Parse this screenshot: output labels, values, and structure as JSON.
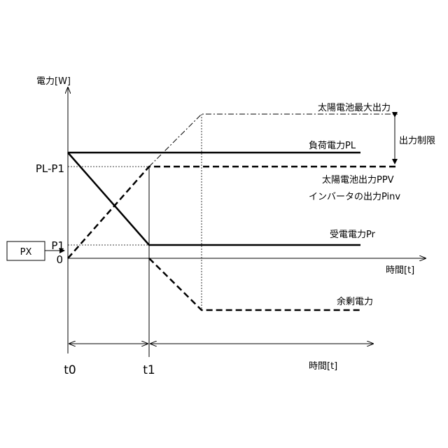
{
  "y_axis_label": "電力[W]",
  "x_axis_label": "時間[t]",
  "bottom_axis_label": "時間[t]",
  "y_ticks": {
    "pl_p1": "PL-P1",
    "p1": "P1",
    "zero": "0"
  },
  "time_labels": {
    "t0": "t0",
    "t1": "t1"
  },
  "px_box_label": "PX",
  "series_labels": {
    "solar_max": "太陽電池最大出力",
    "load": "負荷電力PL",
    "solar_output": "太陽電池出力PPV",
    "inverter_output": "インバータの出力Pinv",
    "received": "受電電力Pr",
    "surplus": "余剰電力"
  },
  "output_limit_label": "出力制限"
}
